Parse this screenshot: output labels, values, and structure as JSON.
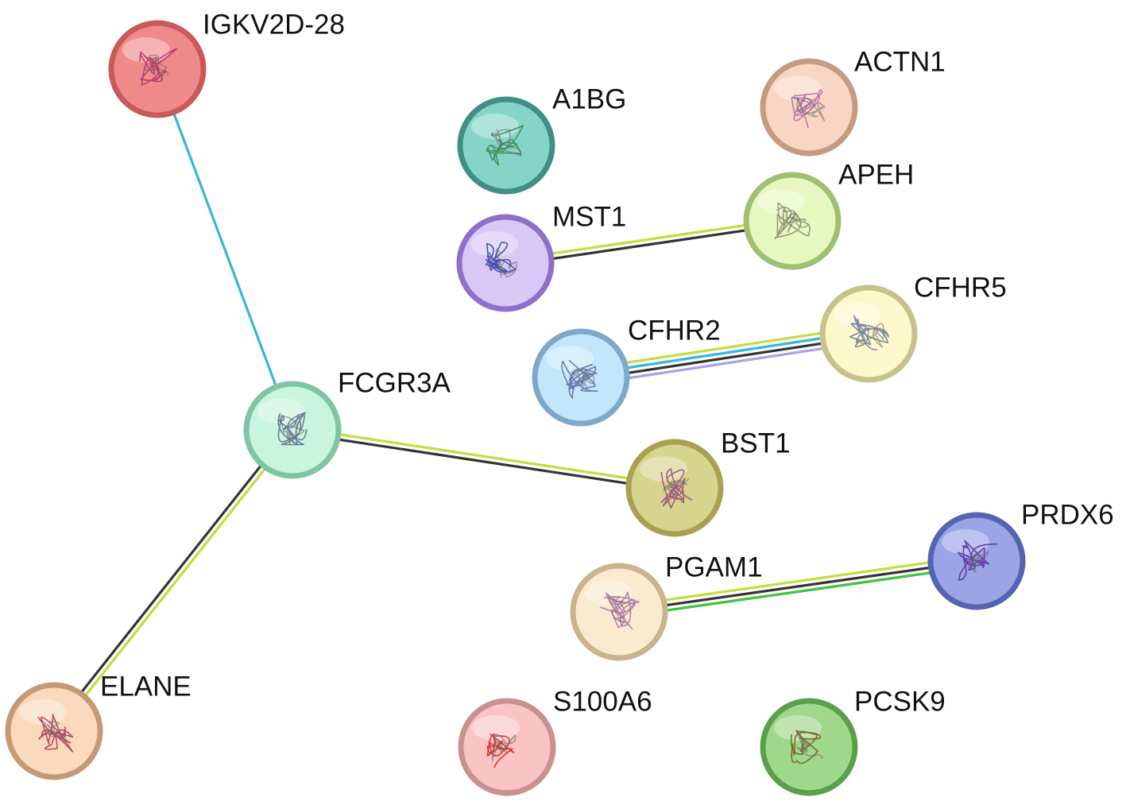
{
  "network": {
    "nodes": [
      {
        "id": "IGKV2D-28",
        "label": "IGKV2D-28",
        "fill": "#f08a8a",
        "stroke": "#c95a5a",
        "glyph": "#b0306a"
      },
      {
        "id": "A1BG",
        "label": "A1BG",
        "fill": "#86d4c8",
        "stroke": "#3f8f85",
        "glyph": "#2f8c4a"
      },
      {
        "id": "ACTN1",
        "label": "ACTN1",
        "fill": "#f9d6c4",
        "stroke": "#c49a82",
        "glyph": "#b06aa6"
      },
      {
        "id": "APEH",
        "label": "APEH",
        "fill": "#e6f7c0",
        "stroke": "#9fbf72",
        "glyph": "#8a8a6a"
      },
      {
        "id": "MST1",
        "label": "MST1",
        "fill": "#d8c8f6",
        "stroke": "#8f6fc9",
        "glyph": "#3040a0"
      },
      {
        "id": "CFHR5",
        "label": "CFHR5",
        "fill": "#fcf8cc",
        "stroke": "#c7c28a",
        "glyph": "#6a78a0"
      },
      {
        "id": "CFHR2",
        "label": "CFHR2",
        "fill": "#c4e6fb",
        "stroke": "#7fa8c8",
        "glyph": "#5a6aa0"
      },
      {
        "id": "FCGR3A",
        "label": "FCGR3A",
        "fill": "#c8f4e0",
        "stroke": "#7fc4a4",
        "glyph": "#5a6a8a"
      },
      {
        "id": "BST1",
        "label": "BST1",
        "fill": "#d7d48e",
        "stroke": "#a9a052",
        "glyph": "#9a4a7a"
      },
      {
        "id": "PRDX6",
        "label": "PRDX6",
        "fill": "#9aa4e6",
        "stroke": "#5663b0",
        "glyph": "#5a2aa0"
      },
      {
        "id": "PGAM1",
        "label": "PGAM1",
        "fill": "#fbead0",
        "stroke": "#c9b48e",
        "glyph": "#b070a8"
      },
      {
        "id": "ELANE",
        "label": "ELANE",
        "fill": "#fbd9bd",
        "stroke": "#c49a76",
        "glyph": "#b0305a"
      },
      {
        "id": "S100A6",
        "label": "S100A6",
        "fill": "#fbc4c4",
        "stroke": "#c99090",
        "glyph": "#d02020"
      },
      {
        "id": "PCSK9",
        "label": "PCSK9",
        "fill": "#9fd88a",
        "stroke": "#5aa04a",
        "glyph": "#7a5a1a"
      }
    ],
    "edges": [
      {
        "source": "IGKV2D-28",
        "target": "FCGR3A",
        "colors": [
          "#33b8d6"
        ]
      },
      {
        "source": "FCGR3A",
        "target": "BST1",
        "colors": [
          "#c4dc3c",
          "#333333"
        ]
      },
      {
        "source": "FCGR3A",
        "target": "ELANE",
        "colors": [
          "#c4dc3c",
          "#333333"
        ]
      },
      {
        "source": "MST1",
        "target": "APEH",
        "colors": [
          "#c4dc3c",
          "#333333"
        ]
      },
      {
        "source": "CFHR2",
        "target": "CFHR5",
        "colors": [
          "#c4dc3c",
          "#33b8d6",
          "#333333",
          "#a8a0ee"
        ]
      },
      {
        "source": "PGAM1",
        "target": "PRDX6",
        "colors": [
          "#c4dc3c",
          "#333333",
          "#3cc43c"
        ]
      }
    ]
  }
}
